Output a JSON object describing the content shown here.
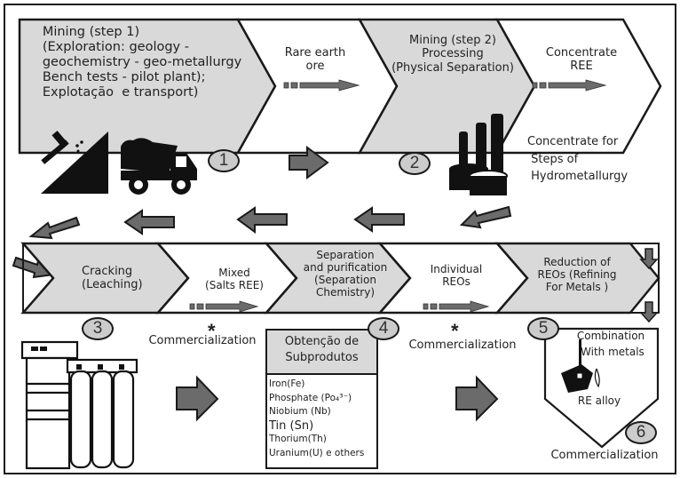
{
  "flow_top": {
    "steps": [
      {
        "label": "Mining (step 1)\n(Exploration: geology -\ngeochemistry - geo-metallurgy\nBench tests - pilot plant);\nExplotação  e transport)",
        "shaded": true
      },
      {
        "label": "Rare earth\nore",
        "shaded": false
      },
      {
        "label": "Mining (step 2)\nProcessing\n(Physical Separation)",
        "shaded": true
      },
      {
        "label": "Concentrate\nREE",
        "shaded": false
      }
    ]
  },
  "middle": {
    "concentrate_note": "Concentrate for\n Steps of\n Hydrometallurgy",
    "badges": {
      "b1": "1",
      "b2": "2",
      "b3": "3",
      "b4": "4",
      "b5": "5",
      "b6": "6"
    },
    "icons": [
      "mining-pickaxe-icon",
      "dump-truck-icon",
      "processing-tanks-icon",
      "leaching-equipment-icon",
      "crucible-icon"
    ]
  },
  "flow_bottom": {
    "steps": [
      {
        "label": "Cracking\n(Leaching)",
        "shaded": true
      },
      {
        "label": "Mixed\n(Salts REE)",
        "shaded": false
      },
      {
        "label": "Separation\nand purification\n(Separation\nChemistry)",
        "shaded": true
      },
      {
        "label": "Individual\nREOs",
        "shaded": false
      },
      {
        "label": "Reduction of\nREOs (Refining\nFor Metals )",
        "shaded": true
      }
    ]
  },
  "outputs": {
    "star": "*",
    "commercialization_1": "Commercialization",
    "commercialization_2": "Commercialization",
    "commercialization_3": "Commercialization",
    "byproducts": {
      "title": "Obtenção de\nSubprodutos",
      "items": [
        {
          "text": "Iron(Fe)",
          "big": false
        },
        {
          "text": "Phosphate (Po₄³⁻)",
          "big": false
        },
        {
          "text": "Niobium (Nb)",
          "big": false
        },
        {
          "text": "Tin (Sn)",
          "big": true
        },
        {
          "text": "Thorium(Th)",
          "big": false
        },
        {
          "text": "Uranium(U) e others",
          "big": false
        }
      ]
    },
    "combination": "Combination\n With metals",
    "alloy": "RE alloy"
  },
  "colors": {
    "shade": "#d9d9d9",
    "arrow": "#6b6b6b",
    "stroke": "#1a1a1a"
  }
}
